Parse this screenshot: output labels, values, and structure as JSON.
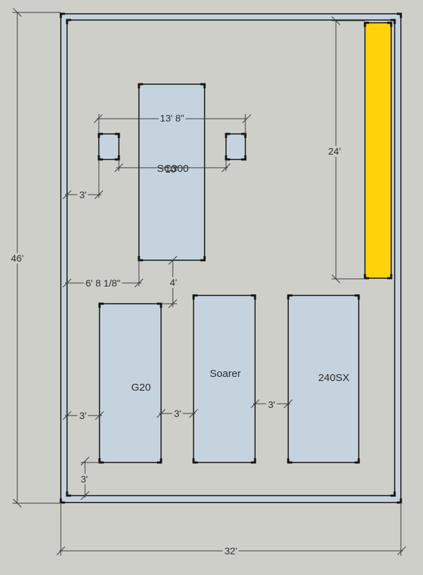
{
  "colors": {
    "background": "#cfcfc9",
    "slab": "#c5d3de",
    "car": "#c5d3de",
    "workbench": "#ffd20a",
    "stroke": "#111111",
    "dimension_line": "#3a3a3a"
  },
  "dimensions": {
    "overall_width": "32'",
    "overall_length": "46'",
    "bench_length": "24'",
    "post_span": "13' 8\"",
    "post_offset": "3'",
    "lift_offset": "6' 8 1/8\"",
    "lift_to_row_gap": "4'",
    "g20_left_gap": "3'",
    "g20_soarer_gap": "3'",
    "soarer_240sx_gap": "3'",
    "g20_rear_gap": "3'",
    "post_inner_span": "10'"
  },
  "cars": {
    "lift_car": "SC300",
    "g20": "G20",
    "soarer": "Soarer",
    "s240sx": "240SX"
  }
}
